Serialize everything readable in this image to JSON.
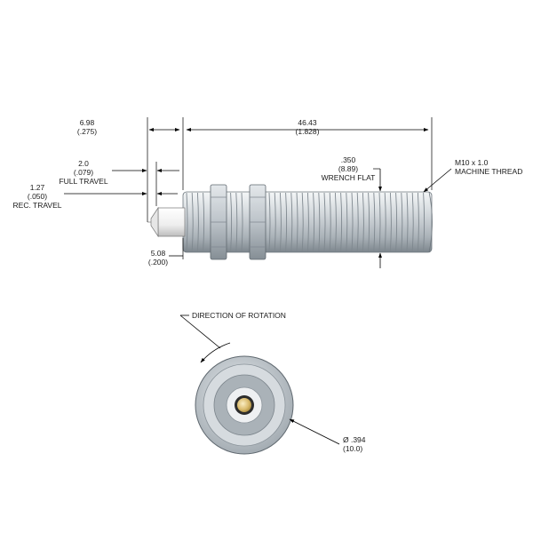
{
  "dimensions": {
    "overall_length": {
      "mm": "46.43",
      "inch": "(1.828)"
    },
    "front_length": {
      "mm": "6.98",
      "inch": "(.275)"
    },
    "full_travel": {
      "mm": "2.0",
      "inch": "(.079)",
      "label": "FULL TRAVEL"
    },
    "rec_travel": {
      "mm": "1.27",
      "inch": "(.050)",
      "label": "REC. TRAVEL"
    },
    "rod_length": {
      "mm": "5.08",
      "inch": "(.200)"
    },
    "wrench_flat": {
      "inch": ".350",
      "mm": "(8.89)",
      "label": "WRENCH FLAT"
    },
    "thread": {
      "size": "M10 x 1.0",
      "label": "MACHINE THREAD"
    },
    "diameter": {
      "inch": "Ø .394",
      "mm": "(10.0)"
    }
  },
  "end_view": {
    "rotation_label": "DIRECTION OF ROTATION"
  },
  "colors": {
    "body": "#c9cfd4",
    "body_shade": "#8e979e",
    "nut": "#b7bfc5",
    "rod": "#f2f2f2",
    "face": "#a9b1b7",
    "button": "#d8b86a"
  }
}
